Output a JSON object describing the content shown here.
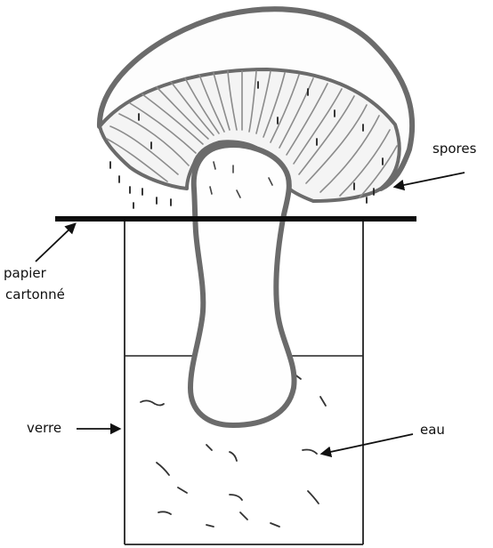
{
  "labels": {
    "spores": "spores",
    "papier_line1": "papier",
    "papier_line2": "cartonné",
    "verre": "verre",
    "eau": "eau"
  },
  "colors": {
    "ink": "#111111",
    "outline": "#6b6b6b",
    "gill": "#8c8c8c",
    "background": "#ffffff"
  }
}
